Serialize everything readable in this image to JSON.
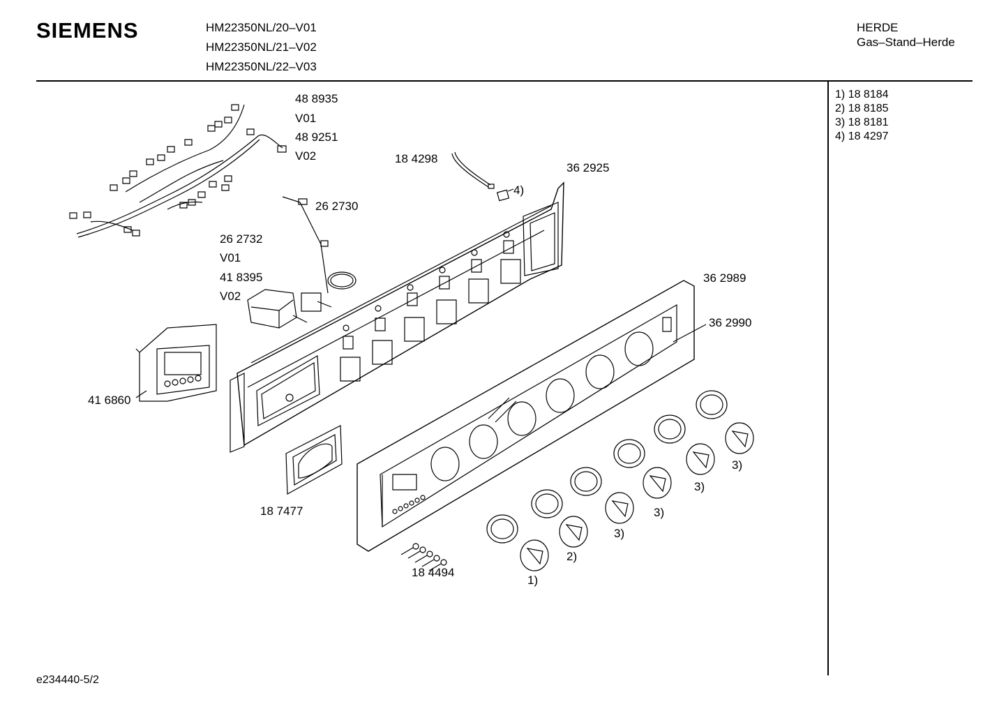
{
  "header": {
    "brand": "SIEMENS",
    "models": [
      "HM22350NL/20–V01",
      "HM22350NL/21–V02",
      "HM22350NL/22–V03"
    ],
    "category": "HERDE",
    "subcategory": "Gas–Stand–Herde"
  },
  "legend": [
    {
      "key": "1)",
      "part": "18 8184"
    },
    {
      "key": "2)",
      "part": "18 8185"
    },
    {
      "key": "3)",
      "part": "18 8181"
    },
    {
      "key": "4)",
      "part": "18 4297"
    }
  ],
  "labels": {
    "harness_a": "48 8935",
    "harness_a_ver": "V01",
    "harness_b": "48 9251",
    "harness_b_ver": "V02",
    "sensor": "18 4298",
    "ref4": "4)",
    "frame": "36 2925",
    "thermo": "26 2730",
    "switch_a": "26 2732",
    "switch_a_ver": "V01",
    "switch_b": "41 8395",
    "switch_b_ver": "V02",
    "timer": "41 6860",
    "panel": "36 2989",
    "panel_inner": "36 2990",
    "handle": "18 7477",
    "screws": "18 4494",
    "knob_refs": [
      "1)",
      "2)",
      "3)",
      "3)",
      "3)",
      "3)"
    ]
  },
  "footer": {
    "code": "e234440-5/2"
  }
}
